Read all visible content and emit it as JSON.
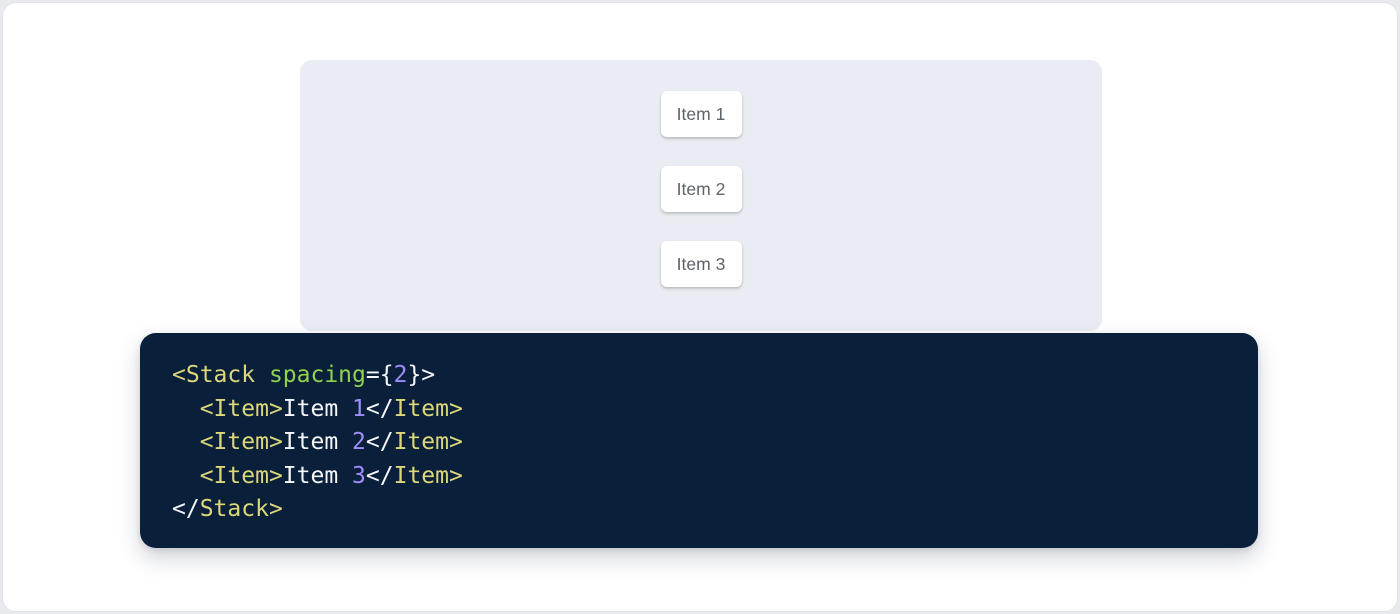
{
  "page": {
    "bg": "#e8eaed",
    "card_bg": "#ffffff",
    "card_border": "#dfe2e6"
  },
  "preview": {
    "bg": "#e9ecf2",
    "item_text_color": "#5f6368",
    "items": [
      {
        "label": "Item 1"
      },
      {
        "label": "Item 2"
      },
      {
        "label": "Item 3"
      }
    ]
  },
  "code": {
    "bg": "#0a1f3a",
    "token_colors": {
      "tag": "#dcd87a",
      "attr": "#8fd34e",
      "number": "#a08dfb",
      "plain": "#f5f7fa"
    },
    "lines": [
      [
        {
          "t": "<Stack ",
          "c": "tag"
        },
        {
          "t": "spacing",
          "c": "attr"
        },
        {
          "t": "={",
          "c": "plain"
        },
        {
          "t": "2",
          "c": "number"
        },
        {
          "t": "}>",
          "c": "plain"
        }
      ],
      [
        {
          "t": "  ",
          "c": "plain"
        },
        {
          "t": "<Item>",
          "c": "tag"
        },
        {
          "t": "Item ",
          "c": "plain"
        },
        {
          "t": "1",
          "c": "number"
        },
        {
          "t": "</",
          "c": "plain"
        },
        {
          "t": "Item>",
          "c": "tag"
        }
      ],
      [
        {
          "t": "  ",
          "c": "plain"
        },
        {
          "t": "<Item>",
          "c": "tag"
        },
        {
          "t": "Item ",
          "c": "plain"
        },
        {
          "t": "2",
          "c": "number"
        },
        {
          "t": "</",
          "c": "plain"
        },
        {
          "t": "Item>",
          "c": "tag"
        }
      ],
      [
        {
          "t": "  ",
          "c": "plain"
        },
        {
          "t": "<Item>",
          "c": "tag"
        },
        {
          "t": "Item ",
          "c": "plain"
        },
        {
          "t": "3",
          "c": "number"
        },
        {
          "t": "</",
          "c": "plain"
        },
        {
          "t": "Item>",
          "c": "tag"
        }
      ],
      [
        {
          "t": "</",
          "c": "plain"
        },
        {
          "t": "Stack>",
          "c": "tag"
        }
      ]
    ]
  }
}
